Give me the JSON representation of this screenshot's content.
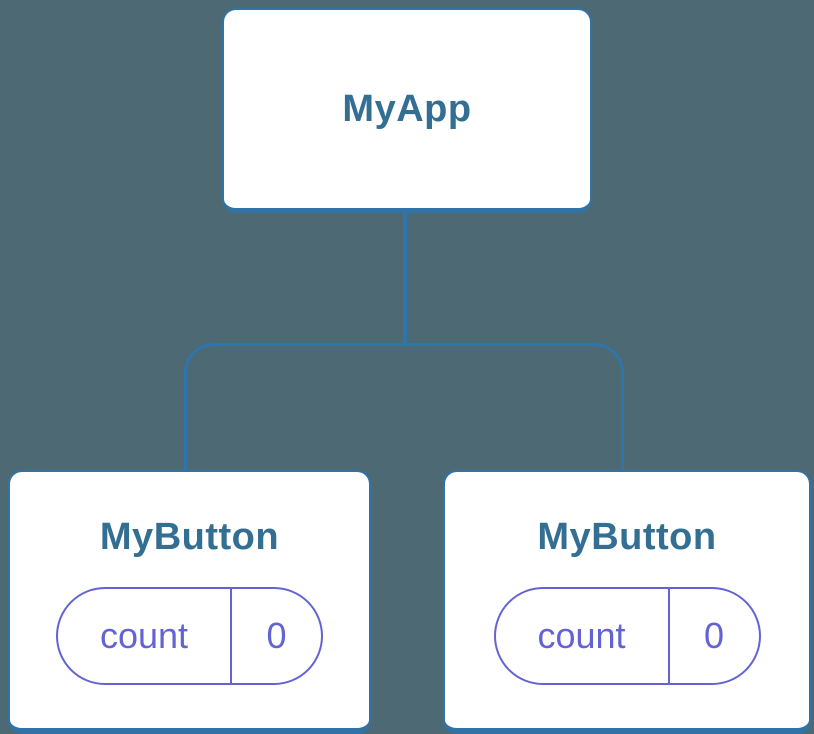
{
  "diagram": {
    "root": {
      "label": "MyApp"
    },
    "children": [
      {
        "label": "MyButton",
        "state": {
          "name": "count",
          "value": "0"
        }
      },
      {
        "label": "MyButton",
        "state": {
          "name": "count",
          "value": "0"
        }
      }
    ]
  },
  "colors": {
    "background": "#4D6973",
    "node-fill": "#FFFFFF",
    "node-border": "#3173A6",
    "node-text": "#336F92",
    "connector": "#2E75AC",
    "state-accent": "#6363D4"
  }
}
